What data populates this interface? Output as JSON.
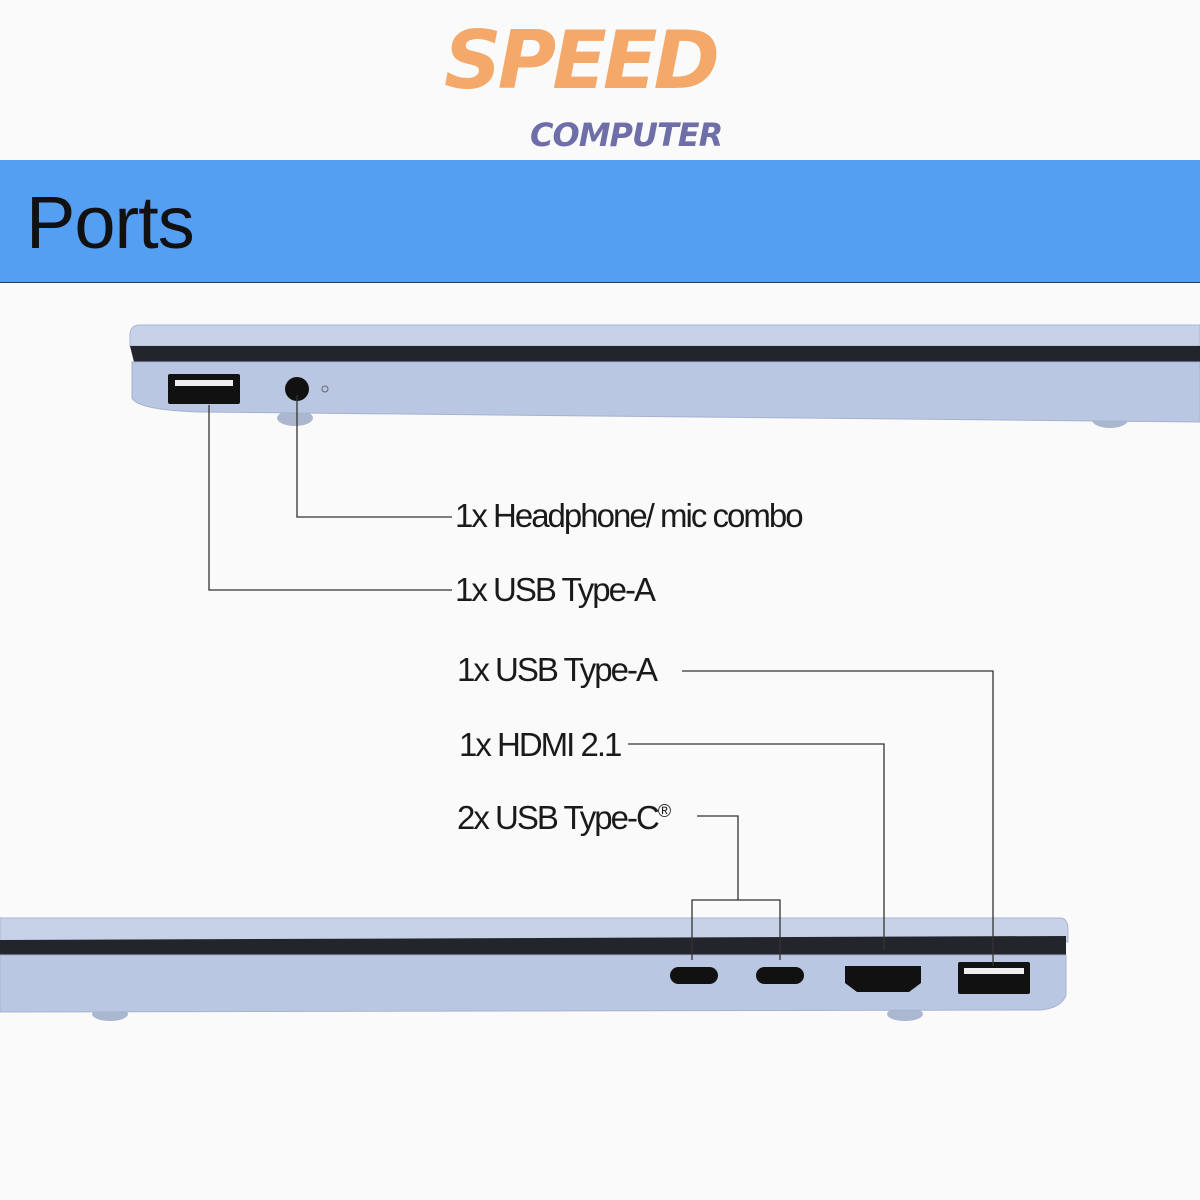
{
  "logo": {
    "brand": "SPEED",
    "sub": "COMPUTER",
    "colors": {
      "brand": "#f4a96a",
      "sub": "#6e6fa8"
    }
  },
  "header": {
    "title": "Ports",
    "background": "#559ff2"
  },
  "labels": {
    "headphone": "1x Headphone/ mic combo",
    "usb_a_left": "1x USB Type-A",
    "usb_a_right": "1x USB Type-A",
    "hdmi": "1x HDMI 2.1",
    "usb_c": "2x USB Type-C",
    "usb_c_mark": "®"
  }
}
